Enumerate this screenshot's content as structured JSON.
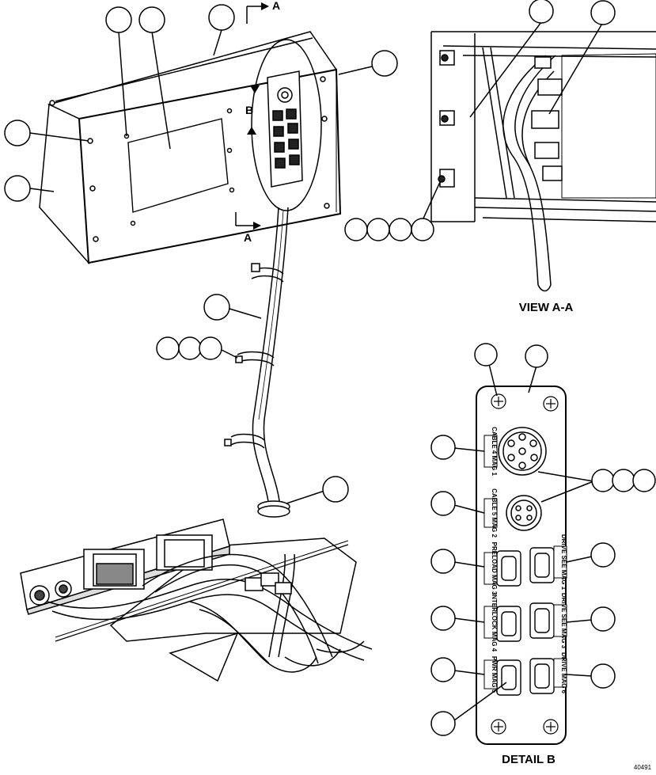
{
  "section_markers": {
    "a_top": "A",
    "a_bottom": "A",
    "b": "B"
  },
  "views": {
    "view_aa": "VIEW A-A",
    "detail_b": "DETAIL B"
  },
  "detail_b_labels": {
    "p1": "CABLE 4 MAG 1",
    "p2": "CABLE 5 MAG 2",
    "p3": "PRELOAD MAG 3",
    "p4": "DRIVE SEE MAG 1",
    "p5": "INTERLOCK MAG 4",
    "p6": "DRIVE SEE MAG 3",
    "p7": "PWR MAG 5",
    "p8": "DRIVE MAG 6"
  },
  "figure_code": "40491"
}
